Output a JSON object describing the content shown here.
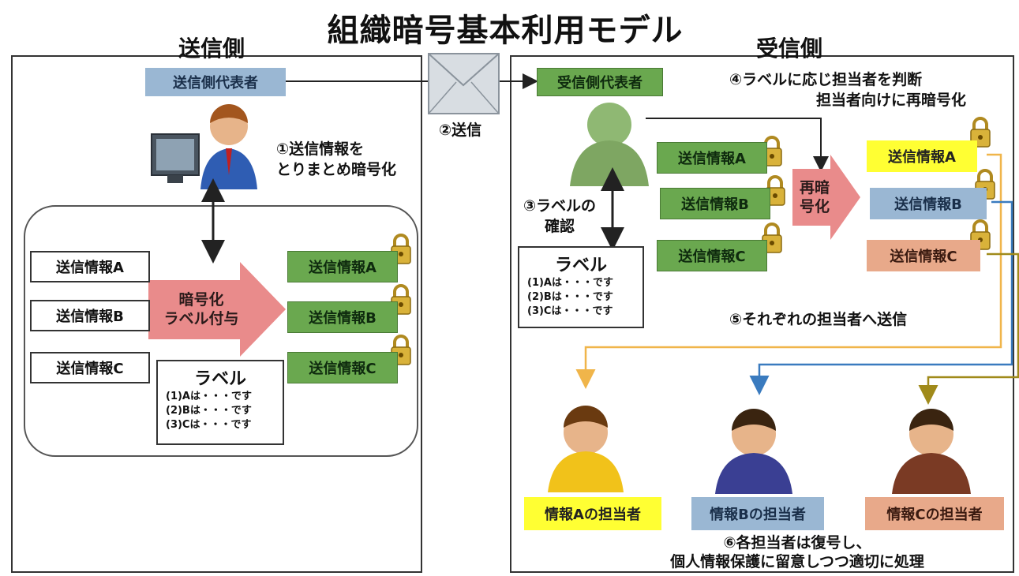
{
  "title": "組織暗号基本利用モデル",
  "sender": {
    "heading": "送信側",
    "representative": "送信側代表者",
    "step1_line1": "①送信情報を",
    "step1_line2": "とりまとめ暗号化",
    "plain_items": [
      "送信情報A",
      "送信情報B",
      "送信情報C"
    ],
    "process_line1": "暗号化",
    "process_line2": "ラベル付与",
    "encrypted_items": [
      "送信情報A",
      "送信情報B",
      "送信情報C"
    ],
    "label_box": {
      "title": "ラベル",
      "rows": [
        "(1)Aは・・・です",
        "(2)Bは・・・です",
        "(3)Cは・・・です"
      ]
    }
  },
  "send_step": "②送信",
  "receiver": {
    "heading": "受信側",
    "representative": "受信側代表者",
    "step3_line1": "③ラベルの",
    "step3_line2": "確認",
    "label_box": {
      "title": "ラベル",
      "rows": [
        "(1)Aは・・・です",
        "(2)Bは・・・です",
        "(3)Cは・・・です"
      ]
    },
    "received_items": [
      "送信情報A",
      "送信情報B",
      "送信情報C"
    ],
    "reencrypt_line1": "再暗",
    "reencrypt_line2": "号化",
    "step4_line1": "④ラベルに応じ担当者を判断",
    "step4_line2": "担当者向けに再暗号化",
    "reencrypted_items": [
      "送信情報A",
      "送信情報B",
      "送信情報C"
    ],
    "step5": "⑤それぞれの担当者へ送信",
    "persons": [
      "情報Aの担当者",
      "情報Bの担当者",
      "情報Cの担当者"
    ],
    "step6_line1": "⑥各担当者は復号し、",
    "step6_line2": "個人情報保護に留意しつつ適切に処理"
  },
  "colors": {
    "blue_label": "#9ab7d3",
    "green_label": "#6aa84f",
    "yellow_label": "#ffff33",
    "salmon_label": "#e8a98a",
    "process_arrow": "#e98b8b",
    "line_a": "#f0b54a",
    "line_b": "#3a7bbf",
    "line_c": "#a08a1a"
  }
}
